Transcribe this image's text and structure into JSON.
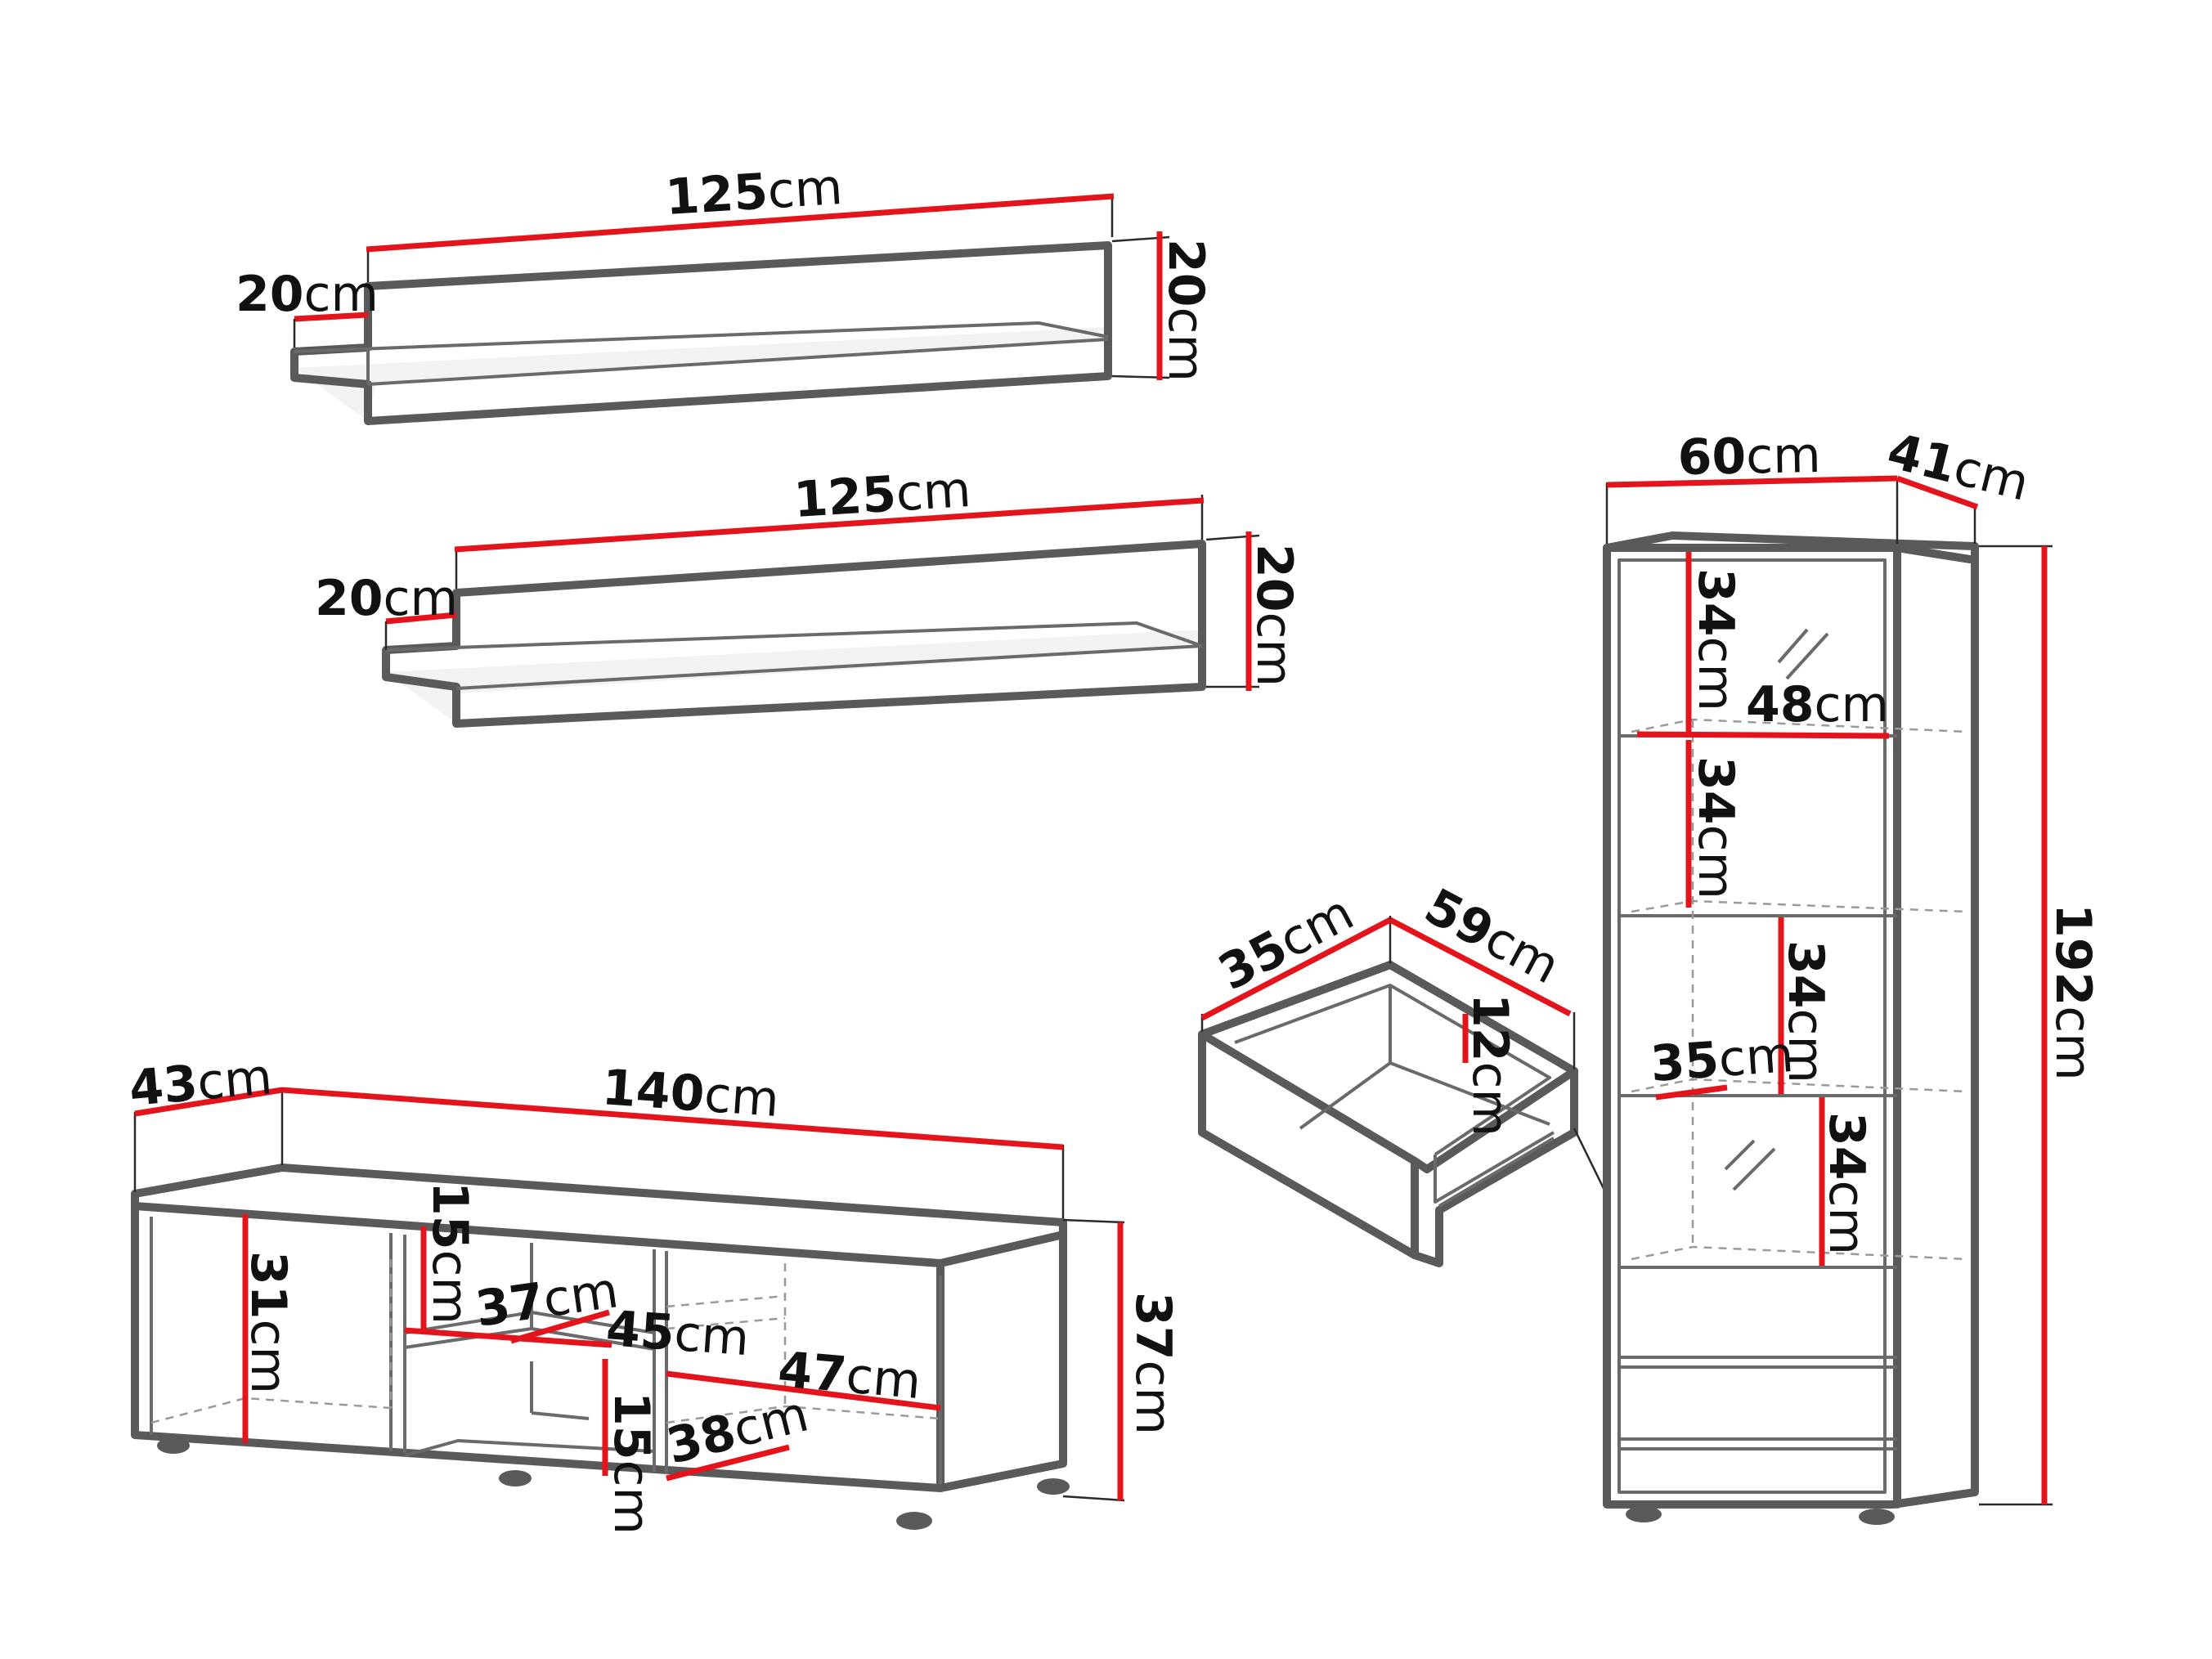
{
  "shelf_top": {
    "width": {
      "value": "125",
      "unit": "cm"
    },
    "depth": {
      "value": "20",
      "unit": "cm"
    },
    "height": {
      "value": "20",
      "unit": "cm"
    }
  },
  "shelf_bottom": {
    "width": {
      "value": "125",
      "unit": "cm"
    },
    "depth": {
      "value": "20",
      "unit": "cm"
    },
    "height": {
      "value": "20",
      "unit": "cm"
    }
  },
  "tv_unit": {
    "depth": {
      "value": "43",
      "unit": "cm"
    },
    "width": {
      "value": "140",
      "unit": "cm"
    },
    "height": {
      "value": "37",
      "unit": "cm"
    },
    "compartment_height": {
      "value": "31",
      "unit": "cm"
    },
    "upper_niche_height": {
      "value": "15",
      "unit": "cm"
    },
    "niche_shelf_width": {
      "value": "37",
      "unit": "cm"
    },
    "niche_depth": {
      "value": "45",
      "unit": "cm"
    },
    "right_compartment_width": {
      "value": "47",
      "unit": "cm"
    },
    "lower_niche_height": {
      "value": "15",
      "unit": "cm"
    },
    "lower_niche_width": {
      "value": "38",
      "unit": "cm"
    }
  },
  "drawer": {
    "width": {
      "value": "35",
      "unit": "cm"
    },
    "depth": {
      "value": "59",
      "unit": "cm"
    },
    "height": {
      "value": "12",
      "unit": "cm"
    }
  },
  "cabinet": {
    "width": {
      "value": "60",
      "unit": "cm"
    },
    "depth": {
      "value": "41",
      "unit": "cm"
    },
    "height": {
      "value": "192",
      "unit": "cm"
    },
    "shelf_width": {
      "value": "48",
      "unit": "cm"
    },
    "shelf_depth": {
      "value": "35",
      "unit": "cm"
    },
    "compartment_1": {
      "value": "34",
      "unit": "cm"
    },
    "compartment_2": {
      "value": "34",
      "unit": "cm"
    },
    "compartment_3": {
      "value": "34",
      "unit": "cm"
    },
    "compartment_4": {
      "value": "34",
      "unit": "cm"
    }
  }
}
